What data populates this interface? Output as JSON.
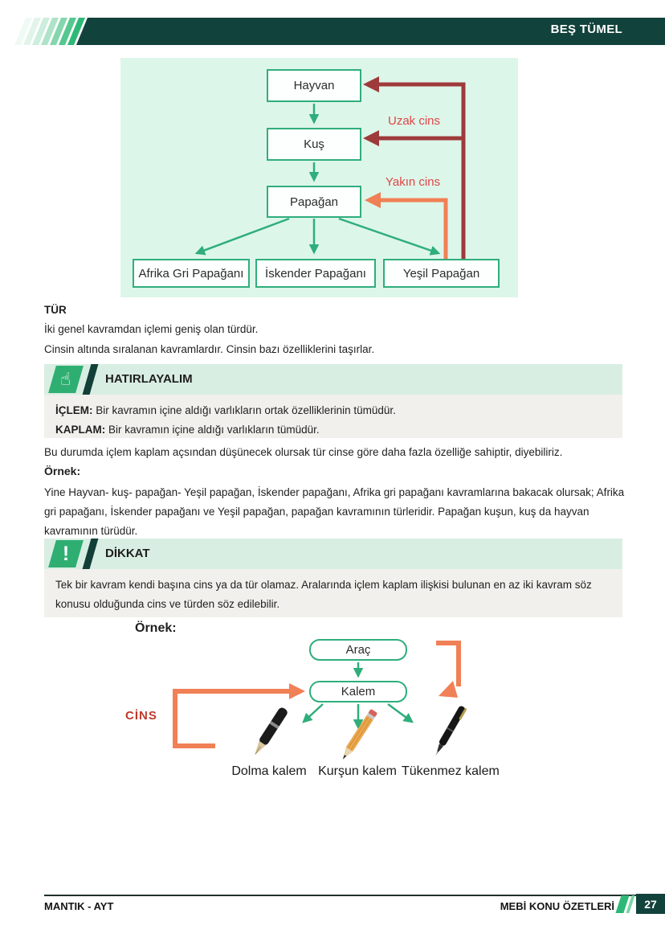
{
  "header": {
    "title": "BEŞ TÜMEL"
  },
  "diagram1": {
    "nodes": {
      "hayvan": "Hayvan",
      "kus": "Kuş",
      "papagan": "Papağan",
      "afrika": "Afrika Gri Papağanı",
      "iskender": "İskender Papağanı",
      "yesil": "Yeşil Papağan"
    },
    "labels": {
      "uzak": "Uzak cins",
      "yakin": "Yakın cins"
    }
  },
  "sections": {
    "tur": {
      "heading": "TÜR",
      "line1": "İki genel kavramdan içlemi geniş olan türdür.",
      "line2": "Cinsin altında sıralanan kavramlardır. Cinsin bazı özelliklerini taşırlar."
    },
    "hatirlayalim": {
      "title": "HATIRLAYALIM",
      "icon_glyph": "☝",
      "items": [
        {
          "term": "İÇLEM:",
          "text": " Bir kavramın içine aldığı varlıkların ortak özelliklerinin tümüdür."
        },
        {
          "term": "KAPLAM:",
          "text": " Bir kavramın içine aldığı varlıkların tümüdür."
        }
      ]
    },
    "para1": "Bu durumda içlem kaplam açsından düşünecek olursak tür cinse göre daha fazla özelliğe sahiptir, diyebiliriz.",
    "ornek1_heading": "Örnek:",
    "para2": "Yine Hayvan- kuş- papağan- Yeşil papağan, İskender papağanı, Afrika gri papağanı kavramlarına bakacak olursak; Afrika gri papağanı, İskender papağanı ve Yeşil papağan, papağan kavramının türleridir. Papağan kuşun, kuş da hayvan kavramının türüdür.",
    "dikkat": {
      "title": "DİKKAT",
      "icon_glyph": "!",
      "text": "Tek bir kavram kendi başına cins ya da tür olamaz. Aralarında içlem kaplam ilişkisi bulunan en az iki kavram söz konusu olduğunda cins ve türden söz edilebilir."
    },
    "ornek2_heading": "Örnek:"
  },
  "diagram2": {
    "nodes": {
      "arac": "Araç",
      "kalem": "Kalem"
    },
    "cins_label": "CİNS",
    "pens": [
      "Dolma kalem",
      "Kurşun kalem",
      "Tükenmez kalem"
    ]
  },
  "footer": {
    "left": "MANTIK - AYT",
    "right": "MEBİ KONU ÖZETLERİ",
    "page_number": "27"
  },
  "colors": {
    "header_teal": "#11423b",
    "green": "#2fae7c",
    "mint_panel": "#ddf6ea",
    "band_mint": "#d9eee3",
    "box_gray": "#f1f0ec",
    "dark_red": "#9e3a3a",
    "orange": "#f08055",
    "label_red": "#e04545",
    "cins_red": "#c0392b",
    "stripe_green": "#2eb877"
  }
}
